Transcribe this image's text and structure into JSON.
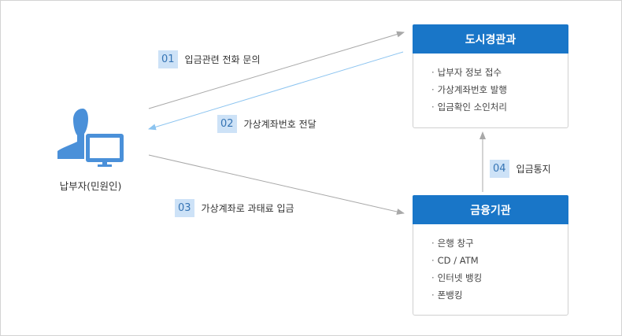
{
  "diagram": {
    "actor": {
      "label": "납부자(민원인)",
      "icon": "user-computer-icon"
    },
    "city_office": {
      "title": "도시경관과",
      "items": [
        "납부자 정보 접수",
        "가상계좌번호 발행",
        "입금확인 소인처리"
      ]
    },
    "bank": {
      "title": "금융기관",
      "items": [
        "은행 창구",
        "CD / ATM",
        "인터넷 뱅킹",
        "폰뱅킹"
      ]
    },
    "steps": [
      {
        "num": "01",
        "text": "입금관련 전화 문의"
      },
      {
        "num": "02",
        "text": "가상계좌번호 전달"
      },
      {
        "num": "03",
        "text": "가상계좌로 과태료 입금"
      },
      {
        "num": "04",
        "text": "입금통지"
      }
    ],
    "colors": {
      "header": "#1976c8",
      "icon": "#4a90d9",
      "arrow_gray": "#a8a8a8",
      "arrow_blue": "#8cc4f0",
      "badge_bg": "#cde2f7",
      "badge_text": "#3574b4"
    }
  }
}
